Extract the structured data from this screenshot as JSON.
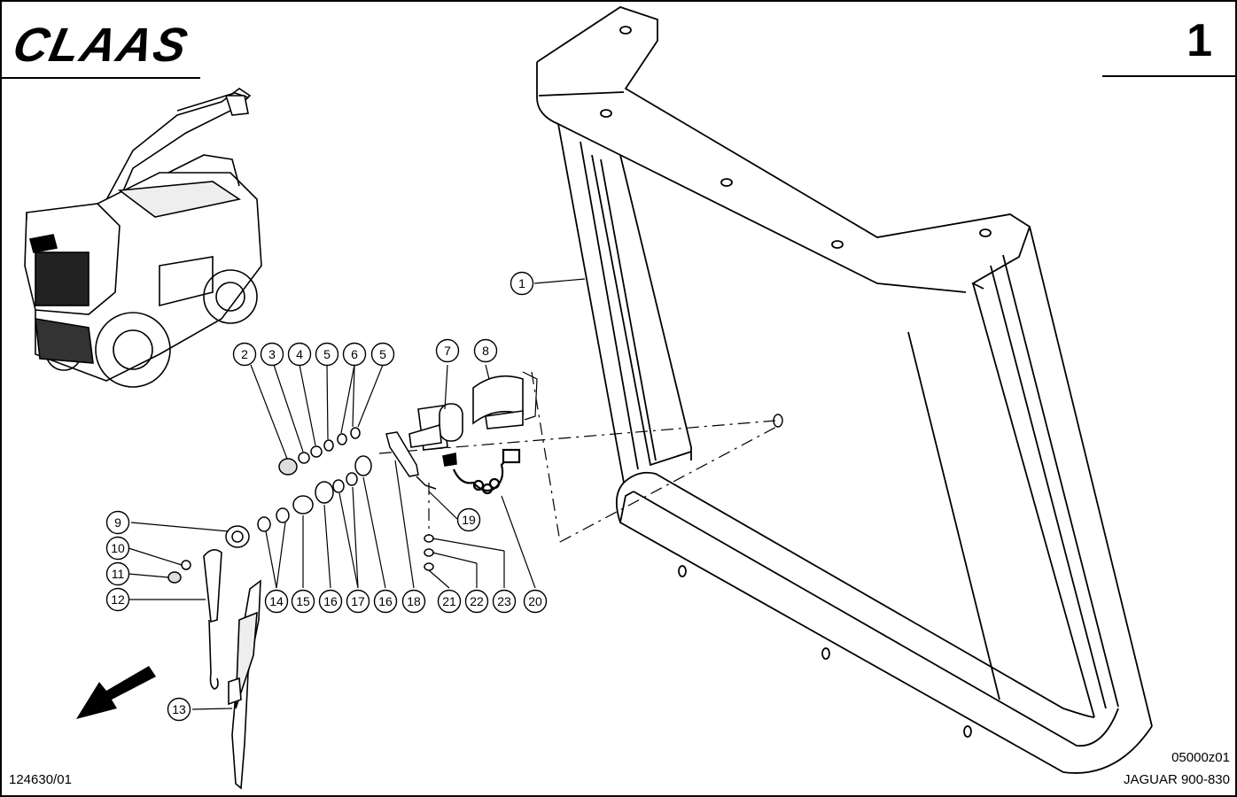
{
  "header": {
    "brand": "CLAAS",
    "page_number": "1"
  },
  "footer": {
    "drawing_no": "124630/01",
    "group_code": "05000z01",
    "model": "JAGUAR 900-830"
  },
  "callouts": [
    {
      "label": "1"
    },
    {
      "label": "2"
    },
    {
      "label": "3"
    },
    {
      "label": "4"
    },
    {
      "label": "5"
    },
    {
      "label": "6"
    },
    {
      "label": "5"
    },
    {
      "label": "7"
    },
    {
      "label": "8"
    },
    {
      "label": "9"
    },
    {
      "label": "10"
    },
    {
      "label": "11"
    },
    {
      "label": "12"
    },
    {
      "label": "13"
    },
    {
      "label": "14"
    },
    {
      "label": "15"
    },
    {
      "label": "16"
    },
    {
      "label": "17"
    },
    {
      "label": "16"
    },
    {
      "label": "18"
    },
    {
      "label": "19"
    },
    {
      "label": "20"
    },
    {
      "label": "21"
    },
    {
      "label": "22"
    },
    {
      "label": "23"
    }
  ]
}
